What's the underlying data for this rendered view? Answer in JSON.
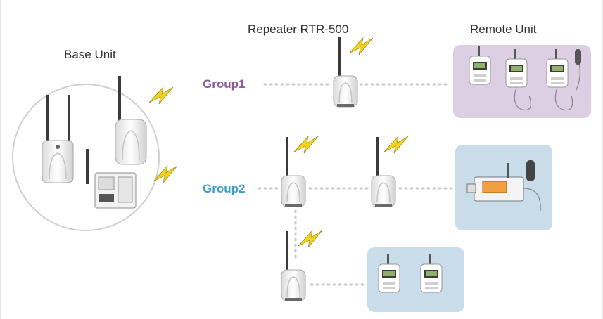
{
  "labels": {
    "base_unit": "Base Unit",
    "repeater": "Repeater RTR-500",
    "remote_unit": "Remote Unit",
    "group1": "Group1",
    "group2": "Group2"
  },
  "colors": {
    "group1": "#8a5c9c",
    "group2": "#3aa0c8",
    "group1_panel": "#dccfe4",
    "group2_panel": "#c9dcea",
    "bolt": "#f2d21c",
    "dots": "#c8c8c8"
  },
  "icons": [
    "lightning-bolt-icon",
    "repeater-device-icon",
    "base-station-icon",
    "data-logger-icon",
    "probe-sensor-icon"
  ]
}
